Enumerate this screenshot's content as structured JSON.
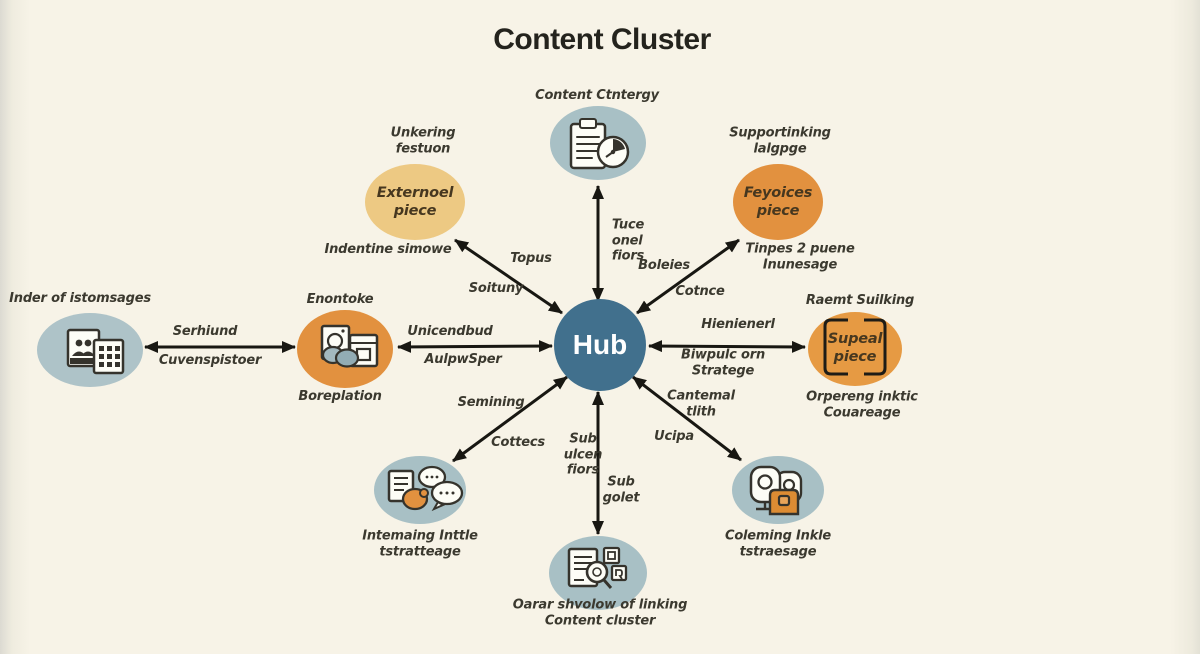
{
  "title": "Content Cluster",
  "colors": {
    "background": "#f7f3e7",
    "hub": "#41708d",
    "teal_node": "#a8c0c5",
    "teal_node_light": "#aec3c8",
    "yellow_node": "#edc983",
    "orange_node": "#e2913f",
    "orange_node_right": "#e69a43",
    "arrow": "#181712",
    "label_text": "#3b392f"
  },
  "hub": {
    "label": "Hub"
  },
  "nodes": {
    "top": {
      "caption_above": "Content Ctntergy",
      "icon": "clipboard-clock-icon"
    },
    "top_left": {
      "caption_above": "Unkering\nfestuon",
      "text": "Externoel\npiece",
      "caption_below": "Indentine simowe"
    },
    "top_right": {
      "caption_above": "Supportinking\nlalgpge",
      "text": "Feyoices\npiece",
      "caption_below": "Tinpes 2 puene\nInunesage"
    },
    "left": {
      "caption_above": "Inder of istomsages",
      "icon": "audience-panels-icon"
    },
    "mid_left": {
      "caption_above": "Enontoke",
      "caption_below": "Boreplation",
      "icon": "washer-chat-window-icon"
    },
    "right": {
      "caption_above": "Raemt Suilking",
      "text": "Supeal\npiece",
      "caption_below": "Orpereng inktic\nCouareage",
      "icon": "bracket-frame-icon"
    },
    "bottom_left": {
      "caption_below": "Intemaing Inttle\ntstratteage",
      "icon": "chat-bubbles-icon"
    },
    "bottom": {
      "caption_below": "Oarar shvolow of linking\nContent cluster",
      "icon": "document-magnifier-icon"
    },
    "bottom_right": {
      "caption_below": "Coleming Inkle\ntstraesage",
      "icon": "profiles-tag-icon"
    }
  },
  "edge_labels": {
    "west_outer_top": "Serhiund",
    "west_outer_bottom": "Cuvenspistoer",
    "west_inner_top": "Unicendbud",
    "west_inner_bottom": "AulpwSper",
    "nw_top": "Topus",
    "nw_bottom": "Soituny",
    "north": "Tuce\nonel\nfiors",
    "ne_top": "Boleies",
    "ne_bottom": "Cotnce",
    "east_top": "Hienienerl",
    "east_bottom": "Biwpulc orn\nStratege",
    "se_top": "Cantemal\ntlith",
    "se_bottom": "Ucipa",
    "south_left": "Sub\nulcen\nfiors",
    "south_right": "Sub\ngolet",
    "sw_top": "Semining",
    "sw_bottom": "Cottecs"
  }
}
